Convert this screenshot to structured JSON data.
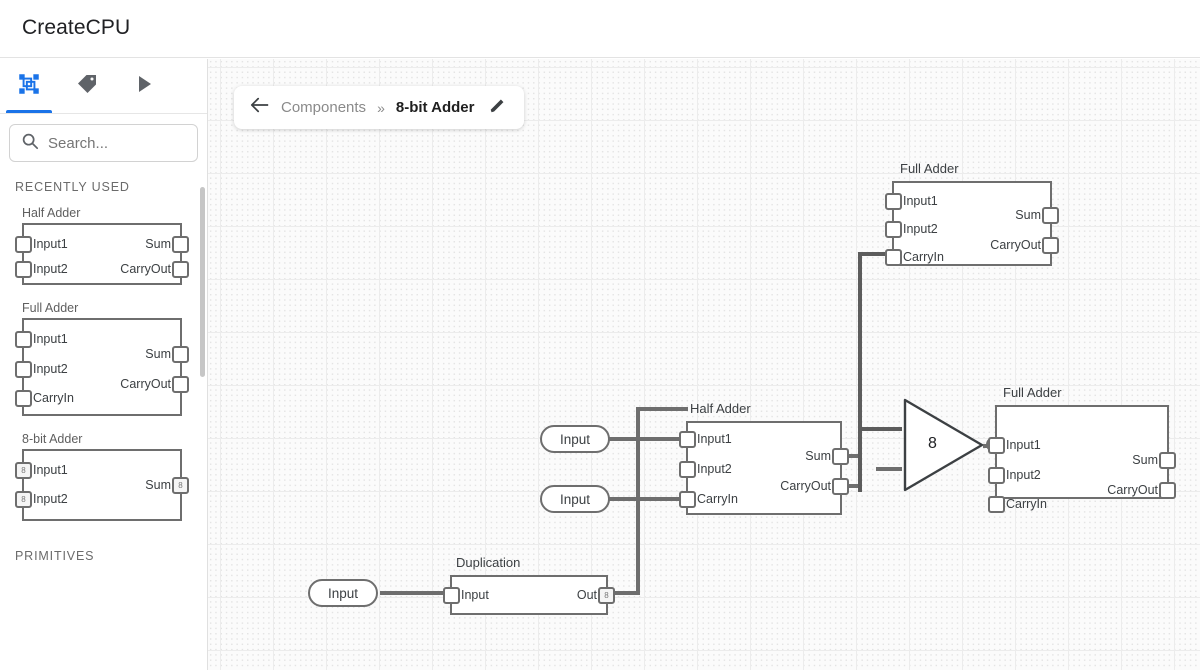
{
  "app": {
    "title": "CreateCPU"
  },
  "tabs": [
    {
      "name": "components-tab",
      "icon": "component-icon",
      "active": true
    },
    {
      "name": "tags-tab",
      "icon": "tag-icon",
      "active": false
    },
    {
      "name": "run-tab",
      "icon": "play-icon",
      "active": false
    }
  ],
  "search": {
    "placeholder": "Search...",
    "value": "",
    "icon": "search-icon"
  },
  "sidebar": {
    "sections": [
      {
        "title": "RECENTLY USED"
      },
      {
        "title": "PRIMITIVES"
      }
    ],
    "library": [
      {
        "name": "Half Adder",
        "inputs": [
          "Input1",
          "Input2"
        ],
        "outputs": [
          "Sum",
          "CarryOut"
        ]
      },
      {
        "name": "Full Adder",
        "inputs": [
          "Input1",
          "Input2",
          "CarryIn"
        ],
        "outputs": [
          "Sum",
          "CarryOut"
        ]
      },
      {
        "name": "8-bit Adder",
        "inputs": [
          "Input1",
          "Input2"
        ],
        "outputs": [
          "Sum"
        ],
        "bus_width": "8"
      }
    ]
  },
  "breadcrumb": {
    "back_icon": "back-arrow-icon",
    "parent": "Components",
    "separator": "»",
    "current": "8-bit Adder",
    "edit_icon": "pencil-icon"
  },
  "canvas": {
    "pills": [
      {
        "label": "Input"
      },
      {
        "label": "Input"
      },
      {
        "label": "Input"
      }
    ],
    "components": [
      {
        "name": "Full Adder",
        "inputs": [
          "Input1",
          "Input2",
          "CarryIn"
        ],
        "outputs": [
          "Sum",
          "CarryOut"
        ]
      },
      {
        "name": "Half Adder",
        "inputs": [
          "Input1",
          "Input2",
          "CarryIn"
        ],
        "outputs": [
          "Sum",
          "CarryOut"
        ]
      },
      {
        "name": "Full Adder",
        "inputs": [
          "Input1",
          "Input2",
          "CarryIn"
        ],
        "outputs": [
          "Sum",
          "CarryOut"
        ]
      },
      {
        "name": "Duplication",
        "inputs": [
          "Input"
        ],
        "outputs": [
          "Out"
        ],
        "bus_width": "8"
      }
    ],
    "bus_gate": {
      "label": "8"
    }
  }
}
